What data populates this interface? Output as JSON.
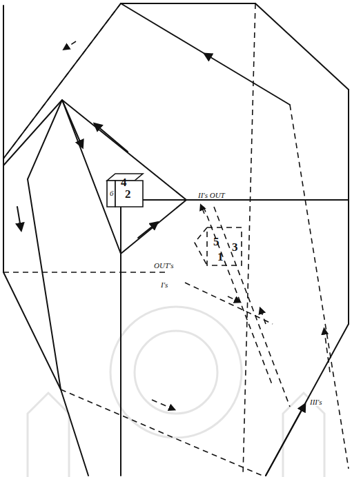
{
  "diagram": {
    "labels": [
      "4",
      "6",
      "2",
      "5",
      "3",
      "1",
      "II's OUT",
      "OUT's",
      "I's",
      "III's"
    ]
  }
}
